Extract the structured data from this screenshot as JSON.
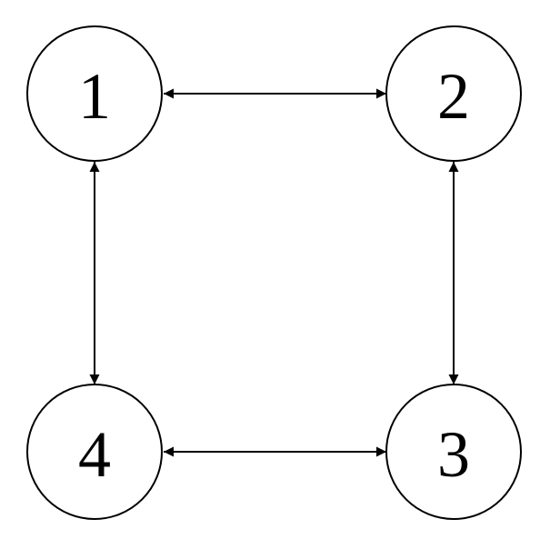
{
  "diagram": {
    "nodes": [
      {
        "id": "1",
        "label": "1"
      },
      {
        "id": "2",
        "label": "2"
      },
      {
        "id": "3",
        "label": "3"
      },
      {
        "id": "4",
        "label": "4"
      }
    ],
    "edges": [
      {
        "from": "1",
        "to": "2",
        "direction": "both"
      },
      {
        "from": "2",
        "to": "3",
        "direction": "both"
      },
      {
        "from": "3",
        "to": "4",
        "direction": "both"
      },
      {
        "from": "4",
        "to": "1",
        "direction": "both"
      }
    ],
    "colors": {
      "stroke": "#000000",
      "background": "#ffffff"
    }
  }
}
